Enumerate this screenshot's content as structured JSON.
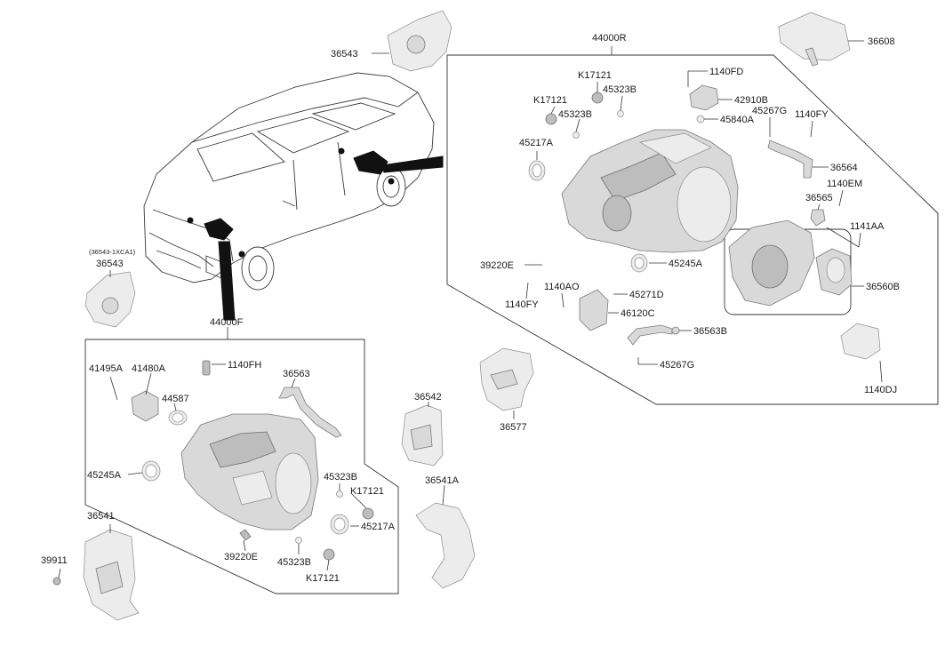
{
  "diagram": {
    "assemblies": {
      "front": "44000F",
      "rear": "44000R"
    },
    "note_36543_alt": "(36543-1XCA1)",
    "labels": {
      "l36543_top": "36543",
      "l36543_left": "36543",
      "l36608": "36608",
      "l1140FD": "1140FD",
      "lK17121_r1": "K17121",
      "l45323B_r1": "45323B",
      "lK17121_r2": "K17121",
      "l45323B_r2": "45323B",
      "l42910B": "42910B",
      "l45840A": "45840A",
      "l45267G_r1": "45267G",
      "l1140FY_r1": "1140FY",
      "l45217A_r": "45217A",
      "l36564": "36564",
      "l1140EM": "1140EM",
      "l36565": "36565",
      "l1141AA": "1141AA",
      "l39220E_r": "39220E",
      "l45245A_r": "45245A",
      "l1140AO": "1140AO",
      "l45271D": "45271D",
      "l1140FY_r2": "1140FY",
      "l46120C": "46120C",
      "l36560B": "36560B",
      "l36563B": "36563B",
      "l45267G_r2": "45267G",
      "l1140DJ": "1140DJ",
      "l36577": "36577",
      "l36542": "36542",
      "l36541A": "36541A",
      "l41495A": "41495A",
      "l41480A": "41480A",
      "l1140FH": "1140FH",
      "l44587": "44587",
      "l36563": "36563",
      "l45245A_f": "45245A",
      "l45323B_f1": "45323B",
      "lK17121_f1": "K17121",
      "l45217A_f": "45217A",
      "l39220E_f": "39220E",
      "l45323B_f2": "45323B",
      "lK17121_f2": "K17121",
      "l36541": "36541",
      "l39911": "39911"
    }
  }
}
